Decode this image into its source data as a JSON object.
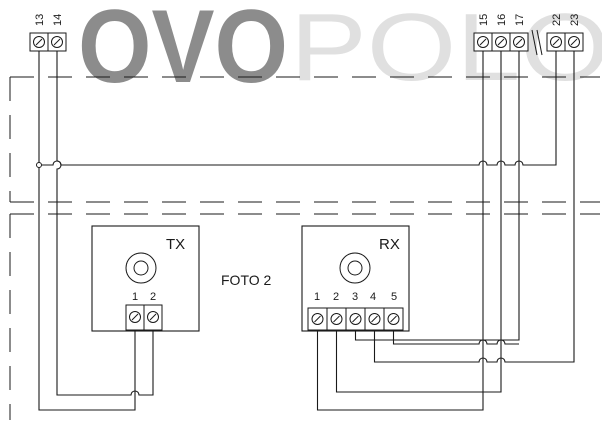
{
  "watermark": "OVOPOLO",
  "left_block": {
    "terminals": [
      "13",
      "14"
    ]
  },
  "right_block": {
    "terminals_a": [
      "15",
      "16",
      "17"
    ],
    "terminals_b": [
      "22",
      "23"
    ]
  },
  "tx": {
    "title": "TX",
    "terminals": [
      "1",
      "2"
    ]
  },
  "rx": {
    "title": "RX",
    "terminals": [
      "1",
      "2",
      "3",
      "4",
      "5"
    ]
  },
  "caption": "FOTO 2"
}
